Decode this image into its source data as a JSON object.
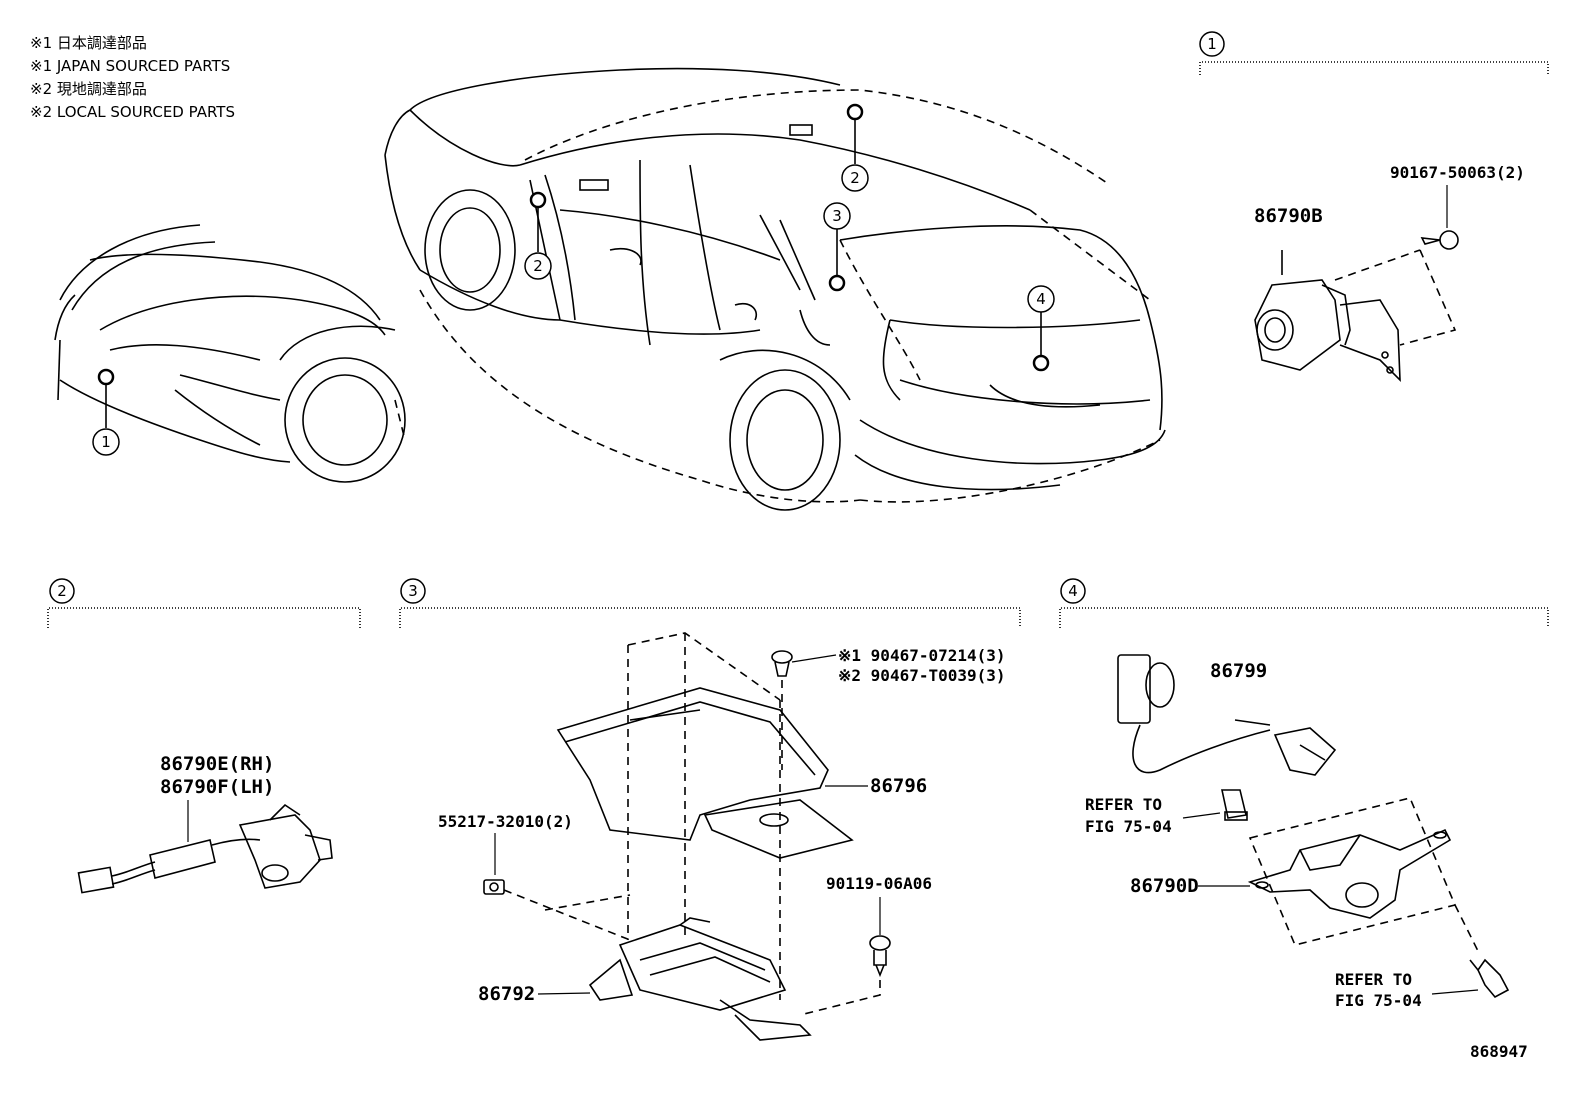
{
  "notes": [
    "※1 日本調達部品",
    "※1 JAPAN SOURCED PARTS",
    "※2 現地調達部品",
    "※2 LOCAL SOURCED PARTS"
  ],
  "markers": {
    "m1": "1",
    "m2": "2",
    "m3": "3",
    "m4": "4"
  },
  "section1": {
    "number": "1",
    "part_camera": "86790B",
    "part_screw": "90167-50063(2)"
  },
  "section2": {
    "number": "2",
    "part_rh": "86790E(RH)",
    "part_lh": "86790F(LH)"
  },
  "section3": {
    "number": "3",
    "clip_jp": "※1 90467-07214(3)",
    "clip_local": "※2 90467-T0039(3)",
    "part_cover": "86796",
    "part_nut": "55217-32010(2)",
    "part_bolt": "90119-06A06",
    "part_ecu": "86792"
  },
  "section4": {
    "number": "4",
    "part_harness": "86799",
    "refer_1_line1": "REFER TO",
    "refer_1_line2": "FIG 75-04",
    "part_camera": "86790D",
    "refer_2_line1": "REFER TO",
    "refer_2_line2": "FIG 75-04"
  },
  "figure_id": "868947"
}
